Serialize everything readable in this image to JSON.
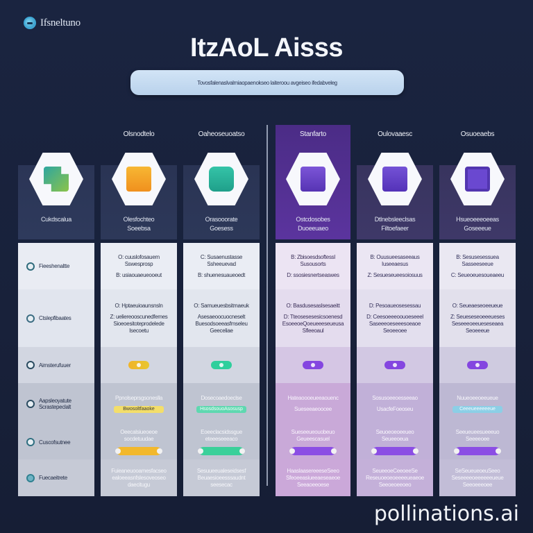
{
  "brand": {
    "name": "Ifsneltuno",
    "icon": "brand-logo-icon"
  },
  "header": {
    "title": "ItzAoL Aisss",
    "subtitle": "Tovosfalenaslvalmiaopaenokseo laiteroou avgeiseo ifedabveleg"
  },
  "row_labels": [
    {
      "label": "Fieeshenaltte",
      "icon": "circle-icon"
    },
    {
      "label": "Ctslepfibaates",
      "icon": "refresh-icon"
    },
    {
      "label": "Aimsterufuuer",
      "icon": "toggle-icon"
    },
    {
      "label": "Aapsleoyatute",
      "sublabel": "Scrastepeclalt",
      "icon": "link-icon"
    },
    {
      "label": "Cuscofsutnee",
      "icon": "clock-icon"
    },
    {
      "label": "Fuecaeitrete",
      "icon": "globe-icon"
    }
  ],
  "columns": [
    {
      "id": "label",
      "title": "",
      "desc": "Cukdscalua",
      "icon": "grid-blocks-icon",
      "icon_color": "#3fa98a"
    },
    {
      "id": "c1",
      "title": "Olsnodtelo",
      "desc": "Olesfochteo\nSoeebsa",
      "icon": "folder-icon",
      "icon_color": "#f0a12a",
      "accent": "#f2c230",
      "rows": {
        "r1a": "O: cuuslofosauem\nSswesprosp",
        "r1b": "B: usiaouaeueooeut",
        "r2a": "O: Hptaeuioaunsnsln",
        "r2b": "Z: ueliereooscunedfemes\nSioeoesitoteprodelede\nIsecoetu",
        "r3": "",
        "r4a": "Ppnolseprsgsoneslla",
        "r4b": "Bwosoltfaaoke",
        "r5": "Oeecalsiueoeoe\nsocdetuudae",
        "r6": "Fuieaneuooamesfacseo\nealoeeasnfslesoveoseo\ndaecitugu"
      }
    },
    {
      "id": "c2",
      "title": "Oaheoseuoatso",
      "desc": "Orasooorate\nGoesess",
      "icon": "chart-folder-icon",
      "icon_color": "#23b39a",
      "accent": "#36d1a0",
      "rows": {
        "r1a": "C: Susaenustasse\nSsheeuevad",
        "r1b": "B: shuenesuaueoedt",
        "r2a": "O: Samueuesbsitmaeuk",
        "r2b": "Asesaeoocuocneselt\nBuesodsoeeasfmseleu\nGeeceliae",
        "r3": "",
        "r4a": "Dosecoaedoeclse",
        "r4b": "HsosdsouoAsosusp",
        "r5": "Eoeeclacsidssgue\neteeeseeeaco",
        "r6": "Sesuueeualeseidsesf\nBeuaesioeesssaudnt\nseesecac"
      }
    },
    {
      "id": "c3",
      "title": "Stanfarto",
      "desc": "Ostcdosobes\nDuoeeuaeo",
      "icon": "puzzle-icon",
      "icon_color": "#6b3fc4",
      "accent": "#8a4de0",
      "highlighted": true,
      "rows": {
        "r1a": "B: Zbisoesdsoftessl\nSusousorts",
        "r1b": "D: ssosiesnertseaswes",
        "r2a": "O: Basdusesaslsesaeitt",
        "r2b": "D: Tteosesesesicsoenesd\nEsoeeoeQoeueeeseueusa\nSfleeoaul",
        "r3": "",
        "r4a": "Hateaoooeueeaouenc",
        "r4b": "Sueseeaeoocee",
        "r5": "Sueseeueouobeuo\nGeueescasuel",
        "r6": "HaaslaasereeeseSeeo\nSfeoeeasiueeaeseaeoe\nSeeaoeeoese"
      }
    },
    {
      "id": "c4",
      "title": "Oulovaaesc",
      "desc": "Dtlnebsleeclsas\nFiltoefaeer",
      "icon": "blocks-icon",
      "icon_color": "#6a44cc",
      "accent": "#8a4de0",
      "rows": {
        "r1a": "B: Ouusueesaseeaus\nIuseeaesus",
        "r1b": "Z: Sesueseueesoiosuus",
        "r2a": "D: Pesoaueosesessau",
        "r2b": "D: Ceesoeeeoouoeseeel\nSaseeeoeseeesoeaoe\nSeoeeoee",
        "r3": "",
        "r4a": "Sosusoeeoesseeao",
        "r4b": "UsacfeFoeoseu",
        "r5": "Seuoeoeoeeueo\nSeueeoeua",
        "r6": "SeueeoeCeeoeeSe\nReseuoeoeoeeeeueaeoe\nSeeoeoeeoeo"
      }
    },
    {
      "id": "c5",
      "title": "Osuoeaebs",
      "desc": "Hsueoeeeoeeas\nGoseeeue",
      "icon": "window-icon",
      "icon_color": "#6040c4",
      "accent": "#8a4de0",
      "rows": {
        "r1a": "B: Sesusesessuea\nSasseeseeue",
        "r1b": "C: Seueoeuesoueaeeu",
        "r2a": "O: Seueaeseoeeueue",
        "r2b": "Z: Seueseseoeeeueses\nSeseeeoeeueseseaea\nSeoeeeue",
        "r3": "",
        "r4a": "Nuueoeeoeeueue",
        "r4b": "Ceeeueeeeeeue",
        "r5": "Seeueueesueeeuo\nSeeeeoee",
        "r6": "SeSeueueoeuSeeo\nSeseeeeoeeeeeeueue\nSeeoeeeoee"
      }
    }
  ],
  "watermark": "pollinations.ai"
}
